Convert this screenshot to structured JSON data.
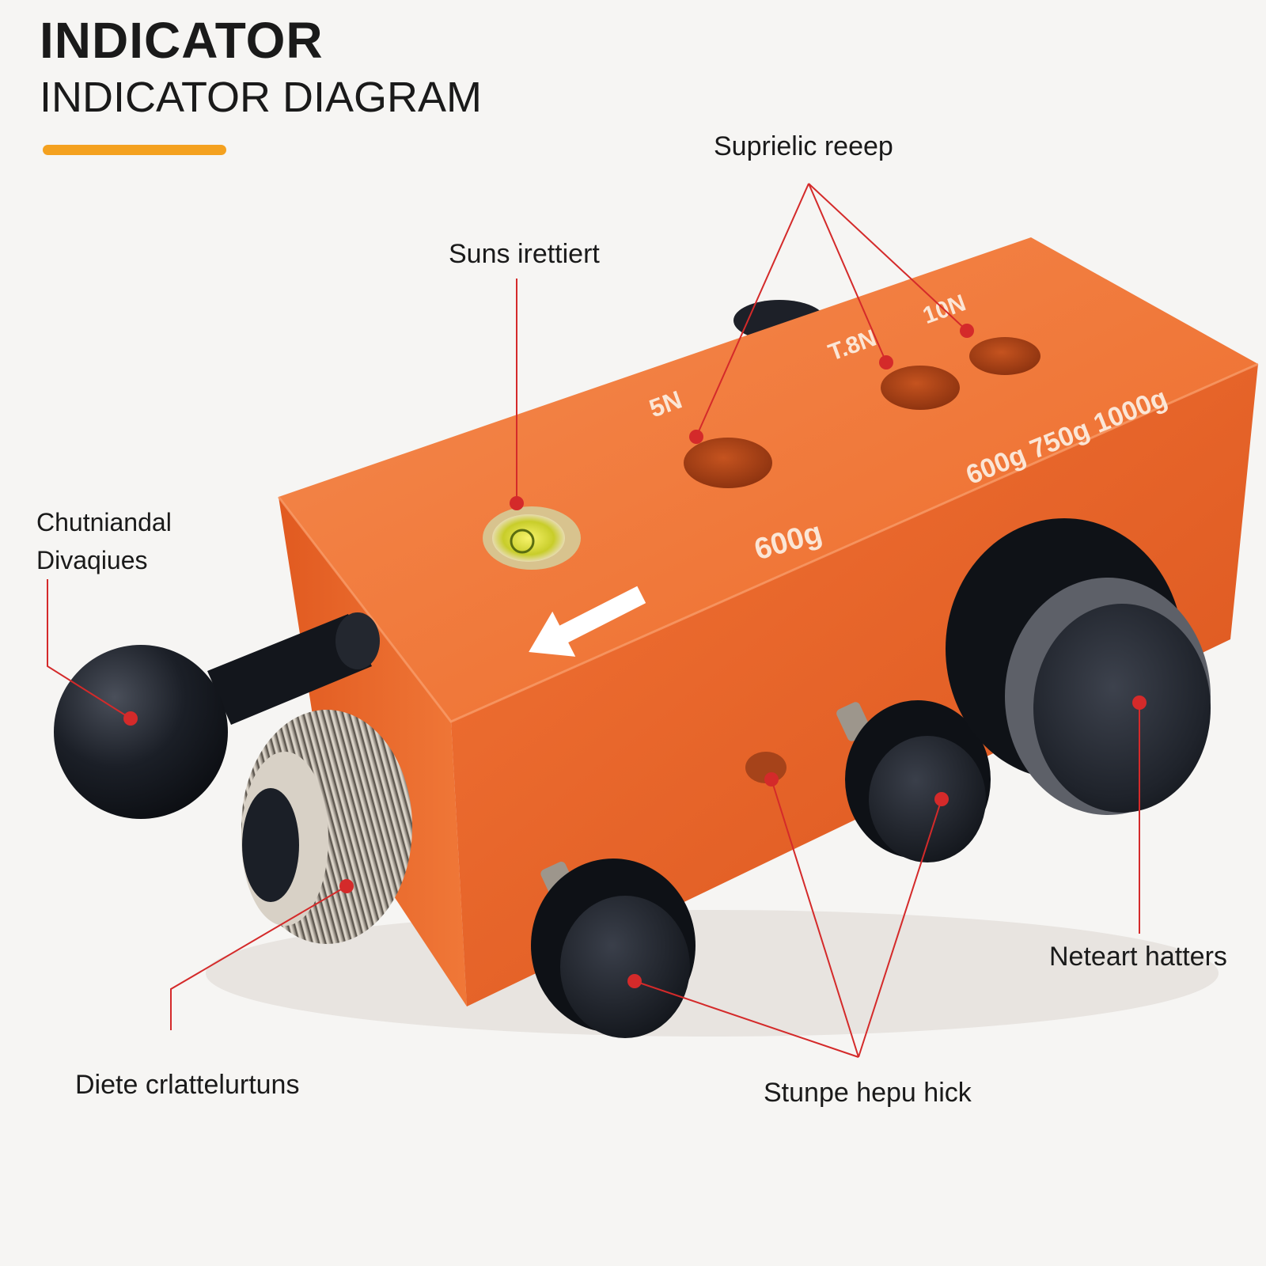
{
  "header": {
    "title": "INDICATOR",
    "subtitle": "INDICATOR DIAGRAM"
  },
  "colors": {
    "accent": "#f4a11f",
    "body_orange": "#f06c2c",
    "leader_line": "#d42a2a",
    "knob_black": "#161a22"
  },
  "callouts": [
    "Suprielic reeep",
    "Suns irettiert",
    "Chutniandal",
    "Divaqiues",
    "Neteart hatters",
    "Diete crlattelurtuns",
    "Stunpe hepu hick"
  ],
  "engravings": {
    "left": "5N",
    "mid": "T.8N",
    "right": "10N",
    "front": "600g",
    "back": "600g 750g 1000g"
  },
  "icons": [
    "arrow-left-icon",
    "bubble-level-icon"
  ]
}
